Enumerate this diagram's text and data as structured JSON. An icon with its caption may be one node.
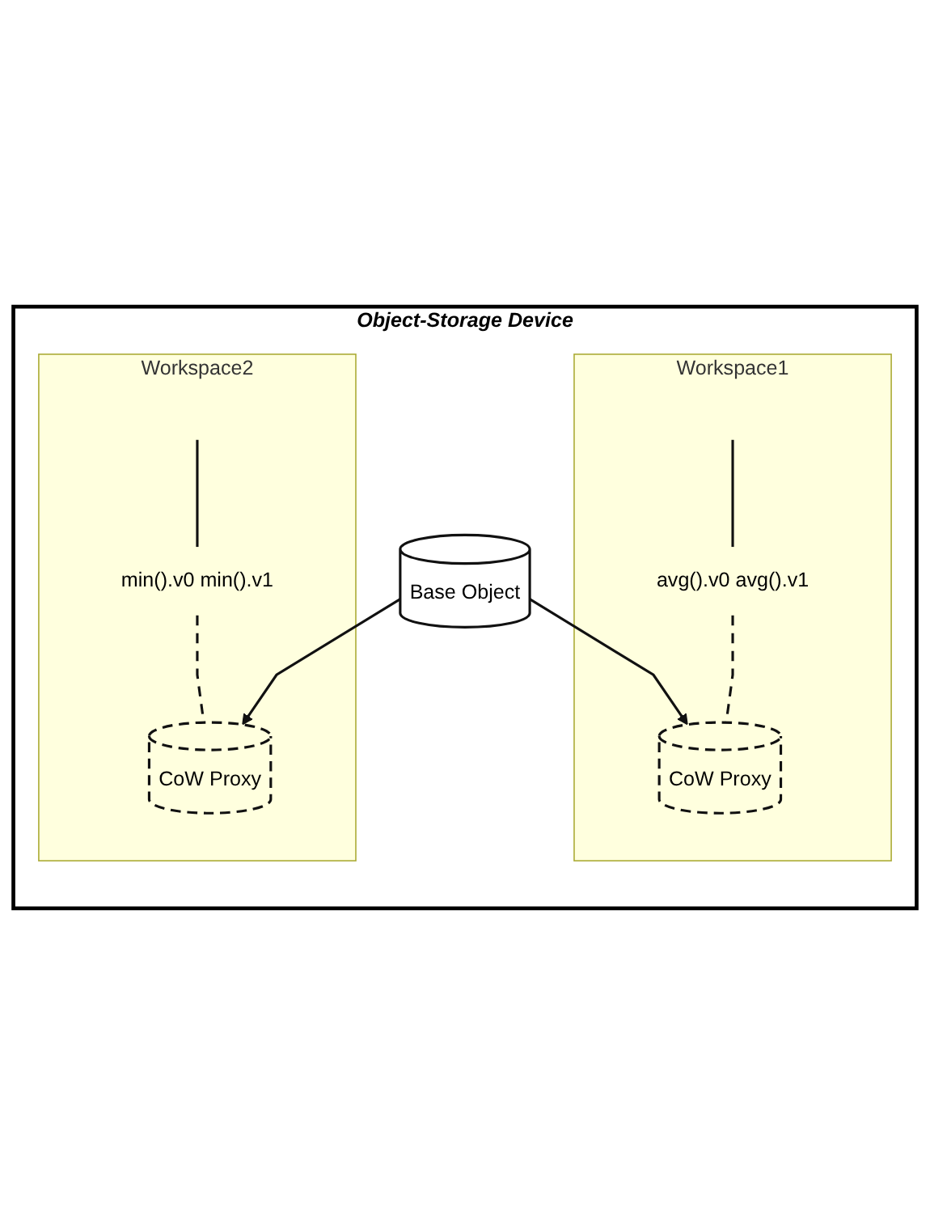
{
  "diagram": {
    "nodes": [
      {
        "text": [
          "Object-Storage Device"
        ]
      },
      {
        "text": [
          "Workspace1"
        ],
        "in": 0
      },
      {
        "text": [
          "avg().v0 avg().v1"
        ],
        "in": 1
      },
      {
        "text": [
          "CoW Proxy"
        ],
        "in": 1
      },
      {
        "text": [
          "Workspace2"
        ],
        "in": 0
      },
      {
        "text": [
          "min().v0 min().v1"
        ],
        "in": 4
      },
      {
        "text": [
          "CoW Proxy"
        ],
        "in": 4
      },
      {
        "text": [
          "Base Object"
        ],
        "in": 0
      }
    ],
    "edges": [
      {
        "from": null,
        "to": 2,
        "arrow": "none"
      },
      {
        "from": 2,
        "to": 3,
        "arrow": "none",
        "style": "dashed"
      },
      {
        "from": null,
        "to": 5,
        "arrow": "none"
      },
      {
        "from": 5,
        "to": 6,
        "arrow": "none",
        "style": "dashed"
      },
      {
        "from": 7,
        "to": 3,
        "arrow": "to"
      },
      {
        "from": 7,
        "to": 6,
        "arrow": "to"
      }
    ]
  }
}
